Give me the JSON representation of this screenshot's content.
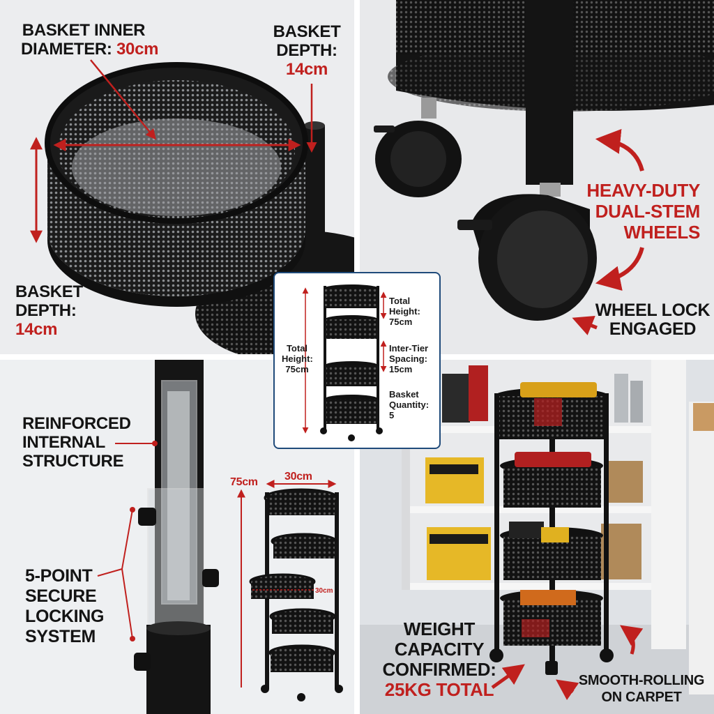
{
  "panels": {
    "basket": {
      "diameter_label": "BASKET INNER",
      "diameter_label_2": "DIAMETER:",
      "diameter_value": "30cm",
      "depth_top_label_1": "BASKET",
      "depth_top_label_2": "DEPTH:",
      "depth_top_value": "14cm",
      "depth_left_label_1": "BASKET",
      "depth_left_label_2": "DEPTH:",
      "depth_left_value": "14cm"
    },
    "wheels": {
      "heavy_1": "HEAVY-DUTY",
      "heavy_2": "DUAL-STEM",
      "heavy_3": "WHEELS",
      "lock_1": "WHEEL LOCK",
      "lock_2": "ENGAGED"
    },
    "structure": {
      "reinforced_1": "REINFORCED",
      "reinforced_2": "INTERNAL",
      "reinforced_3": "STRUCTURE",
      "locking_1": "5-POINT",
      "locking_2": "SECURE",
      "locking_3": "LOCKING",
      "locking_4": "SYSTEM",
      "dim_height": "75cm",
      "dim_width": "30cm",
      "dim_basket": "30cm"
    },
    "garage": {
      "weight_1": "WEIGHT",
      "weight_2": "CAPACITY",
      "weight_3": "CONFIRMED:",
      "weight_value": "25KG TOTAL",
      "smooth_1": "SMOOTH-ROLLING",
      "smooth_2": "ON CARPET"
    }
  },
  "inset": {
    "left_height_1": "Total",
    "left_height_2": "Height:",
    "left_height_3": "75cm",
    "right_height_1": "Total",
    "right_height_2": "Height:",
    "right_height_3": "75cm",
    "spacing_1": "Inter-Tier",
    "spacing_2": "Spacing:",
    "spacing_3": "15cm",
    "qty_1": "Basket",
    "qty_2": "Quantity:",
    "qty_3": "5"
  },
  "colors": {
    "accent_red": "#c0201e",
    "metal_black": "#141414",
    "inset_border": "#1f4a7a"
  }
}
